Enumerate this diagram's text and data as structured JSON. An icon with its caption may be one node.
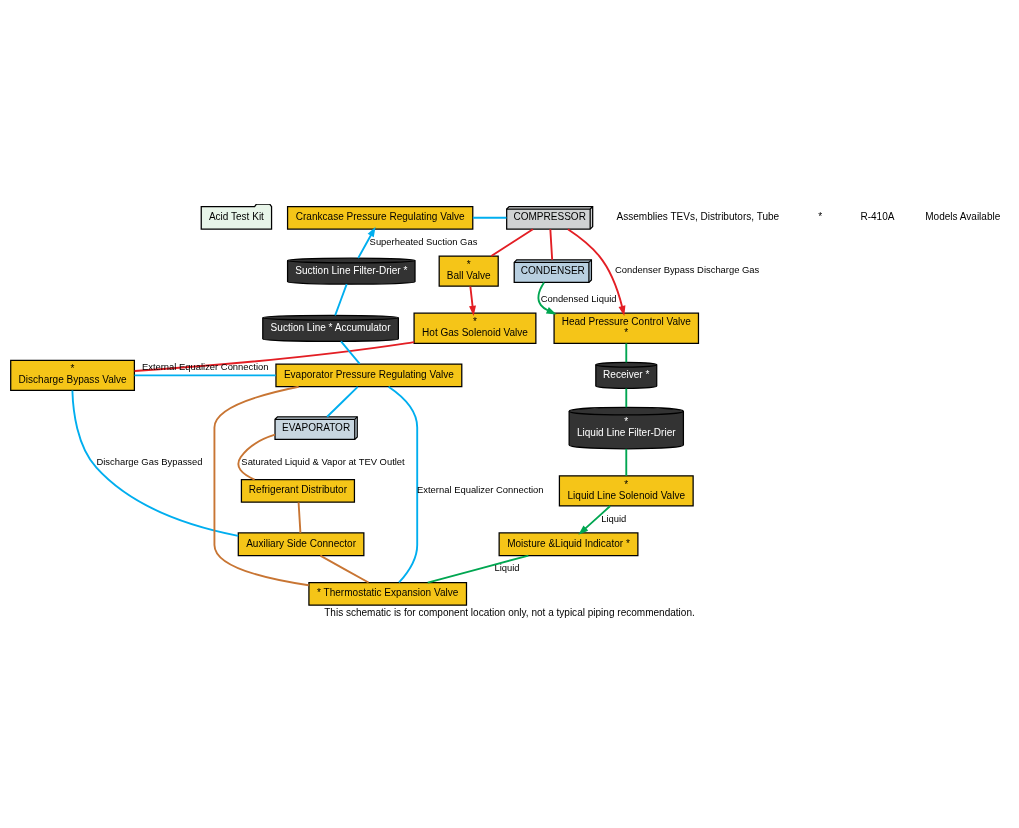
{
  "diagram": {
    "caption": "This schematic is for component location only, not a typical piping recommendation.",
    "nodes": [
      {
        "text": [
          "COMPRESSOR"
        ]
      },
      {
        "text": [
          "CONDENSER"
        ]
      },
      {
        "text": [
          "Acid Test Kit"
        ]
      },
      {
        "text": [
          "Head Pressure Control Valve",
          "*"
        ]
      },
      {
        "text": [
          "Receiver *"
        ]
      },
      {
        "text": [
          "*",
          "Liquid Line Filter-Drier"
        ]
      },
      {
        "text": [
          "*",
          "Liquid Line Solenoid Valve"
        ]
      },
      {
        "text": [
          "Moisture &Liquid Indicator *"
        ]
      },
      {
        "text": [
          "* Thermostatic Expansion Valve"
        ]
      },
      {
        "text": [
          "Auxiliary Side Connector"
        ]
      },
      {
        "text": [
          "Refrigerant Distributor"
        ]
      },
      {
        "text": [
          "EVAPORATOR"
        ]
      },
      {
        "text": [
          "Evaporator Pressure Regulating Valve"
        ]
      },
      {
        "text": [
          "Suction Line * Accumulator"
        ]
      },
      {
        "text": [
          "Suction Line Filter-Drier *"
        ]
      },
      {
        "text": [
          "Crankcase Pressure Regulating Valve"
        ]
      },
      {
        "text": [
          "*",
          "Ball Valve"
        ]
      },
      {
        "text": [
          "*",
          "Hot Gas Solenoid Valve"
        ]
      },
      {
        "text": [
          "*",
          "Discharge Bypass Valve"
        ]
      }
    ],
    "edges": [
      {
        "from": 0,
        "to": 1,
        "arrow": "none",
        "color": "#e31e24"
      },
      {
        "from": 0,
        "to": 3,
        "label": "Condenser Bypass Discharge Gas",
        "arrow": "to",
        "color": "#e31e24"
      },
      {
        "from": 1,
        "to": 3,
        "label": "Condensed Liquid",
        "arrow": "to",
        "color": "#00a651"
      },
      {
        "from": 3,
        "to": 4,
        "arrow": "none",
        "color": "#00a651"
      },
      {
        "from": 4,
        "to": 5,
        "arrow": "none",
        "color": "#00a651"
      },
      {
        "from": 5,
        "to": 6,
        "arrow": "none",
        "color": "#00a651"
      },
      {
        "from": 6,
        "to": 7,
        "label": "Liquid",
        "arrow": "to",
        "color": "#00a651"
      },
      {
        "from": 7,
        "to": 8,
        "label": "Liquid",
        "arrow": "none",
        "color": "#00a651"
      },
      {
        "from": 8,
        "to": 9,
        "arrow": "none",
        "color": "#c87533"
      },
      {
        "from": 9,
        "to": 10,
        "arrow": "none",
        "color": "#c87533"
      },
      {
        "from": 10,
        "to": 11,
        "label": "Saturated Liquid & Vapor at TEV Outlet",
        "arrow": "none",
        "color": "#c87533"
      },
      {
        "from": 11,
        "to": 12,
        "arrow": "none",
        "color": "#00aeef"
      },
      {
        "from": 12,
        "to": 13,
        "arrow": "none",
        "color": "#00aeef"
      },
      {
        "from": 13,
        "to": 14,
        "arrow": "none",
        "color": "#00aeef"
      },
      {
        "from": 14,
        "to": 15,
        "label": "Superheated Suction Gas",
        "arrow": "to",
        "color": "#00aeef"
      },
      {
        "from": 15,
        "to": 0,
        "arrow": "none",
        "color": "#00aeef"
      },
      {
        "from": 0,
        "to": 16,
        "arrow": "none",
        "color": "#e31e24"
      },
      {
        "from": 16,
        "to": 17,
        "arrow": "to",
        "color": "#e31e24"
      },
      {
        "from": 17,
        "to": 18,
        "arrow": "none",
        "color": "#e31e24"
      },
      {
        "from": 18,
        "to": 9,
        "label": "Discharge Gas Bypassed",
        "arrow": "none",
        "color": "#00aeef"
      },
      {
        "from": 18,
        "to": 12,
        "label": "External Equalizer Connection",
        "arrow": "none",
        "color": "#00aeef"
      },
      {
        "from": 8,
        "to": 12,
        "label": "External Equalizer Connection",
        "arrow": "none",
        "color": "#00aeef"
      },
      {
        "from": 8,
        "to": 12,
        "arrow": "none",
        "color": "#c87533"
      }
    ],
    "labels": [
      "Assemblies TEVs, Distributors, Tube",
      "*",
      "R-410A",
      "Models Available"
    ]
  }
}
